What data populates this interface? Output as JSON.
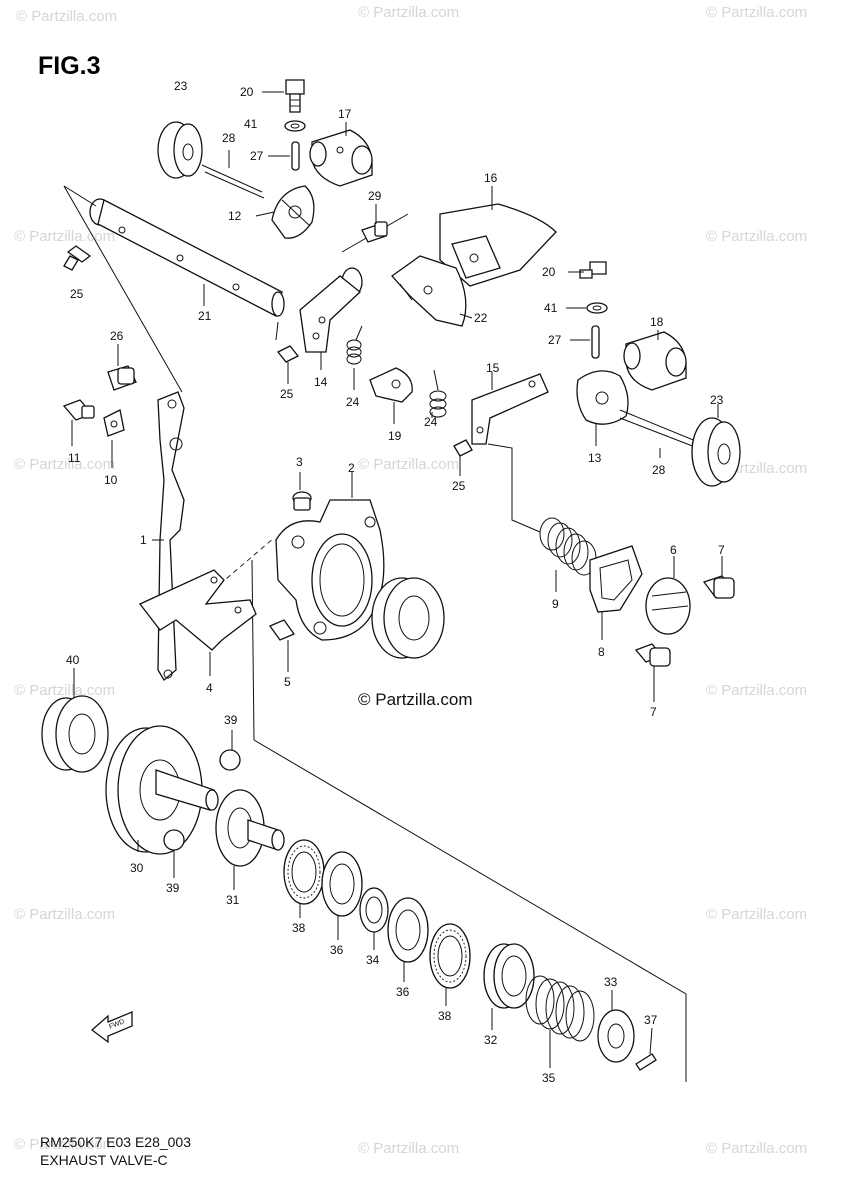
{
  "figure": {
    "title": "FIG.3"
  },
  "watermark": {
    "text": "© Partzilla.com",
    "center_text": "© Partzilla.com"
  },
  "footer": {
    "code": "RM250K7 E03 E28_003",
    "name": "EXHAUST VALVE-C"
  },
  "fwd_label": "FWD",
  "callouts": [
    {
      "id": "c-23a",
      "text": "23"
    },
    {
      "id": "c-20a",
      "text": "20"
    },
    {
      "id": "c-41a",
      "text": "41"
    },
    {
      "id": "c-28a",
      "text": "28"
    },
    {
      "id": "c-17",
      "text": "17"
    },
    {
      "id": "c-27a",
      "text": "27"
    },
    {
      "id": "c-12",
      "text": "12"
    },
    {
      "id": "c-29",
      "text": "29"
    },
    {
      "id": "c-16",
      "text": "16"
    },
    {
      "id": "c-25a",
      "text": "25"
    },
    {
      "id": "c-21",
      "text": "21"
    },
    {
      "id": "c-20b",
      "text": "20"
    },
    {
      "id": "c-41b",
      "text": "41"
    },
    {
      "id": "c-22",
      "text": "22"
    },
    {
      "id": "c-27b",
      "text": "27"
    },
    {
      "id": "c-18",
      "text": "18"
    },
    {
      "id": "c-26",
      "text": "26"
    },
    {
      "id": "c-25b",
      "text": "25"
    },
    {
      "id": "c-14",
      "text": "14"
    },
    {
      "id": "c-24a",
      "text": "24"
    },
    {
      "id": "c-15",
      "text": "15"
    },
    {
      "id": "c-19",
      "text": "19"
    },
    {
      "id": "c-24b",
      "text": "24"
    },
    {
      "id": "c-11",
      "text": "11"
    },
    {
      "id": "c-10",
      "text": "10"
    },
    {
      "id": "c-13",
      "text": "13"
    },
    {
      "id": "c-23b",
      "text": "23"
    },
    {
      "id": "c-28b",
      "text": "28"
    },
    {
      "id": "c-25c",
      "text": "25"
    },
    {
      "id": "c-3",
      "text": "3"
    },
    {
      "id": "c-2",
      "text": "2"
    },
    {
      "id": "c-1",
      "text": "1"
    },
    {
      "id": "c-6",
      "text": "6"
    },
    {
      "id": "c-7a",
      "text": "7"
    },
    {
      "id": "c-9",
      "text": "9"
    },
    {
      "id": "c-8",
      "text": "8"
    },
    {
      "id": "c-5",
      "text": "5"
    },
    {
      "id": "c-4",
      "text": "4"
    },
    {
      "id": "c-7b",
      "text": "7"
    },
    {
      "id": "c-40",
      "text": "40"
    },
    {
      "id": "c-39a",
      "text": "39"
    },
    {
      "id": "c-30",
      "text": "30"
    },
    {
      "id": "c-39b",
      "text": "39"
    },
    {
      "id": "c-31",
      "text": "31"
    },
    {
      "id": "c-38a",
      "text": "38"
    },
    {
      "id": "c-36a",
      "text": "36"
    },
    {
      "id": "c-34",
      "text": "34"
    },
    {
      "id": "c-36b",
      "text": "36"
    },
    {
      "id": "c-38b",
      "text": "38"
    },
    {
      "id": "c-32",
      "text": "32"
    },
    {
      "id": "c-35",
      "text": "35"
    },
    {
      "id": "c-33",
      "text": "33"
    },
    {
      "id": "c-37",
      "text": "37"
    }
  ]
}
